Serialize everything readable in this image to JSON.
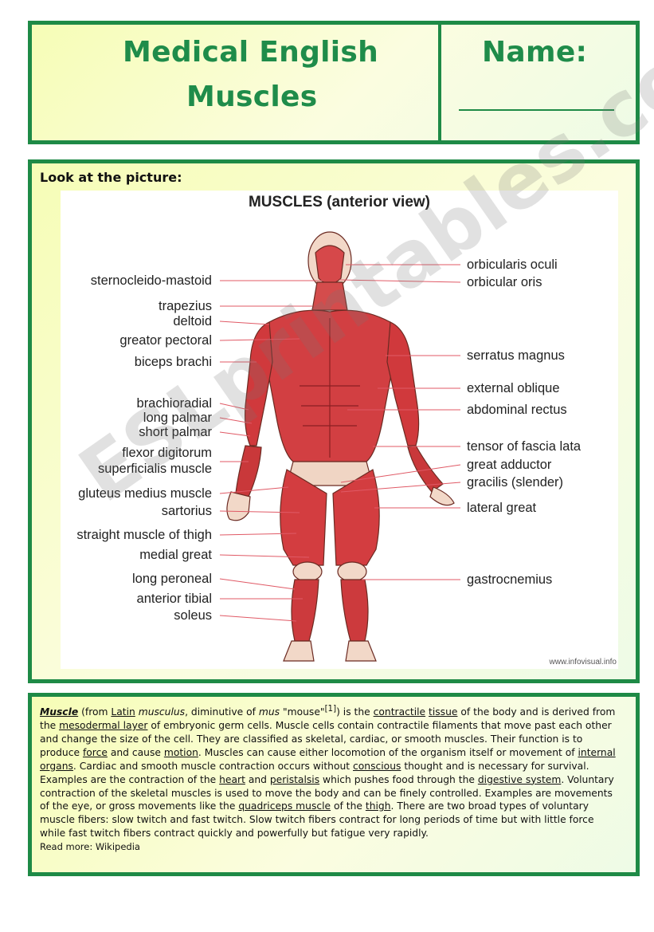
{
  "header": {
    "title_line1": "Medical English",
    "title_line2": "Muscles",
    "name_label": "Name:"
  },
  "picture_section": {
    "instruction": "Look at the picture:",
    "figure_title": "MUSCLES (anterior view)",
    "credit": "www.infovisual.info",
    "left_labels": [
      "sternocleido-mastoid",
      "trapezius",
      "deltoid",
      "greator pectoral",
      "biceps brachi",
      "brachioradial",
      "long palmar",
      "short palmar",
      "flexor digitorum",
      "superficialis muscle",
      "gluteus medius muscle",
      "sartorius",
      "straight muscle of thigh",
      "medial great",
      "long peroneal",
      "anterior tibial",
      "soleus"
    ],
    "right_labels": [
      "orbicularis oculi",
      "orbicular oris",
      "serratus magnus",
      "external oblique",
      "abdominal rectus",
      "tensor of fascia lata",
      "great adductor",
      "gracilis (slender)",
      "lateral great",
      "gastrocnemius"
    ]
  },
  "watermark": "ESLprintables.com",
  "text_section": {
    "w_muscle": "Muscle",
    "s1": " (from ",
    "w_latin": "Latin",
    "s2": " ",
    "w_musculus": "musculus",
    "s3": ", diminutive of ",
    "w_mus": "mus",
    "s4": " \"mouse\"",
    "w_ref": "[1]",
    "s5": ") is the ",
    "w_contractile": "contractile",
    "s6": " ",
    "w_tissue": "tissue",
    "s7": " of the body and is derived from the ",
    "w_mesodermal": "mesodermal layer",
    "s8": " of embryonic germ cells. Muscle cells contain contractile filaments that move past each other and change the size of the cell. They are classified as skeletal, cardiac, or smooth muscles. Their function is to produce ",
    "w_force": "force",
    "s9": " and cause ",
    "w_motion": "motion",
    "s10": ". Muscles can cause either locomotion of the organism itself or movement of ",
    "w_internal": "internal organs",
    "s11": ". Cardiac and smooth muscle contraction occurs without ",
    "w_conscious": "conscious",
    "s12": " thought and is necessary for survival. Examples are the contraction of the ",
    "w_heart": "heart",
    "s13": " and ",
    "w_peristalsis": "peristalsis",
    "s14": " which pushes food through the ",
    "w_digestive": "digestive system",
    "s15": ". Voluntary contraction of the skeletal muscles is used to move the body and can be finely controlled. Examples are movements of the eye, or gross movements like the ",
    "w_quadriceps": "quadriceps muscle",
    "s16": " of the ",
    "w_thigh": "thigh",
    "s17": ". There are two broad types of voluntary muscle fibers: slow twitch and fast twitch. Slow twitch fibers contract for long periods of time but with little force while fast twitch fibers contract quickly and powerfully but fatigue very rapidly.",
    "read_more": "Read more: Wikipedia"
  },
  "colors": {
    "border": "#1e8a46",
    "title": "#1f8c4a",
    "muscle": "#cf3b3f",
    "leader": "#e05a66"
  }
}
